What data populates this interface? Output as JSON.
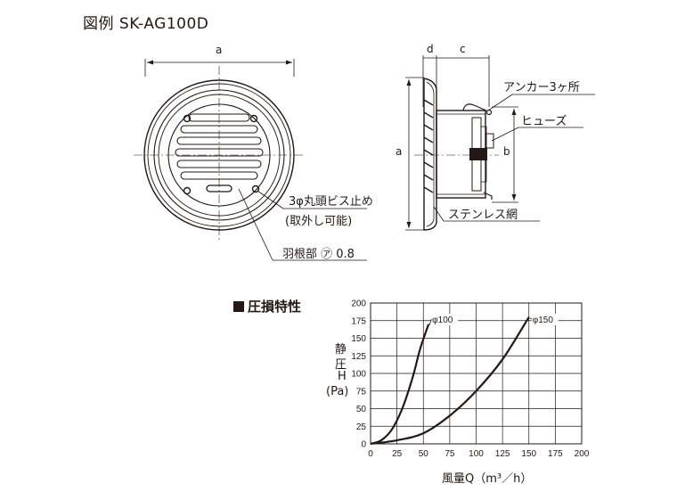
{
  "title": "図例 SK-AG100D",
  "front_view": {
    "dim_a": "a",
    "callout_screw_1": "3φ丸頭ビス止め",
    "callout_screw_2": "(取外し可能)",
    "callout_blade": "羽根部 ㋐ 0.8"
  },
  "side_view": {
    "dim_d": "d",
    "dim_c": "c",
    "dim_a": "a",
    "dim_b": "b",
    "callout_anchor": "アンカー3ヶ所",
    "callout_fuse": "ヒューズ",
    "callout_mesh": "ステンレス網"
  },
  "section_title": "圧損特性",
  "chart_data": {
    "type": "line",
    "title": "",
    "xlabel": "風量Q（m³／h）",
    "ylabel_lines": [
      "静",
      "圧",
      "H",
      "(Pa)"
    ],
    "xlim": [
      0,
      200
    ],
    "ylim": [
      0,
      200
    ],
    "x_ticks": [
      "0",
      "25",
      "50",
      "75",
      "100",
      "125",
      "150",
      "175",
      "200"
    ],
    "y_ticks": [
      "0",
      "25",
      "50",
      "75",
      "100",
      "125",
      "150",
      "175",
      "200"
    ],
    "grid": true,
    "series": [
      {
        "name": "φ100",
        "x": [
          0,
          10,
          20,
          30,
          40,
          47,
          55
        ],
        "y": [
          0,
          5,
          20,
          50,
          95,
          135,
          170
        ]
      },
      {
        "name": "φ150",
        "x": [
          0,
          25,
          50,
          75,
          100,
          125,
          150
        ],
        "y": [
          0,
          5,
          15,
          40,
          75,
          120,
          180
        ]
      }
    ]
  }
}
